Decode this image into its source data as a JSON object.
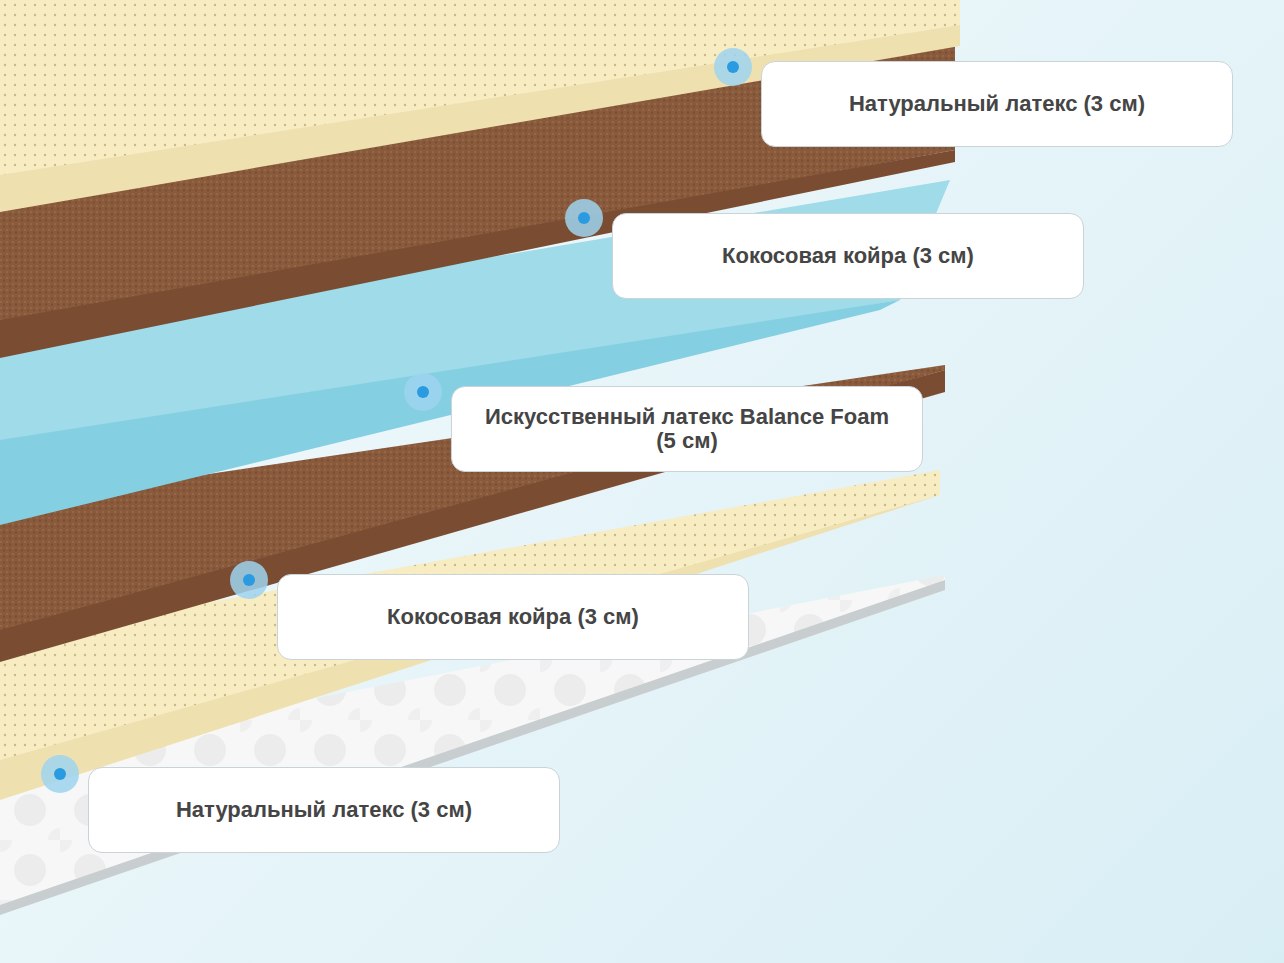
{
  "diagram": {
    "nodes": [
      {
        "text": [
          "Натуральный латекс (3 см)"
        ]
      },
      {
        "text": [
          "Кокосовая койра (3 см)"
        ]
      },
      {
        "text": [
          "Искусственный латекс Balance Foam (5 см)"
        ]
      },
      {
        "text": [
          "Кокосовая койра (3 см)"
        ]
      },
      {
        "text": [
          "Натуральный латекс (3 см)"
        ]
      }
    ]
  }
}
